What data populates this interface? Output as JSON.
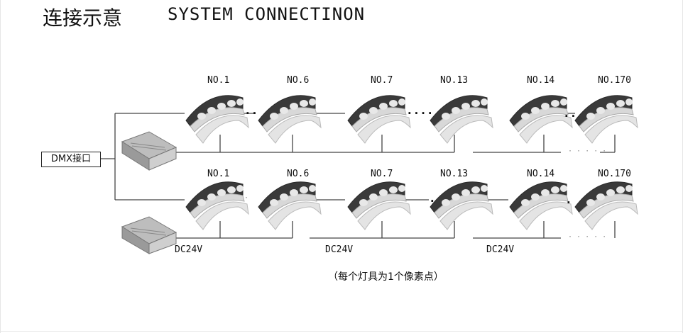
{
  "title": {
    "cn": "连接示意",
    "en": "SYSTEM CONNECTINON"
  },
  "dmx_label": "DMX接口",
  "fixture_numbers_row1": [
    "NO.1",
    "NO.6",
    "NO.7",
    "NO.13",
    "NO.14",
    "NO.170"
  ],
  "fixture_numbers_row2": [
    "NO.1",
    "NO.6",
    "NO.7",
    "NO.13",
    "NO.14",
    "NO.170"
  ],
  "psu_labels": [
    "DC24V",
    "DC24V",
    "DC24V"
  ],
  "note": "（每个灯具为1个像素点）",
  "ellipses": {
    "dots2": "··",
    "dots4": "····",
    "dots5": "· · · · ·",
    "dot1": "·"
  },
  "colors": {
    "line": "#444444",
    "fixture_body": "#d8d8d8",
    "fixture_dark": "#3a3a3a"
  }
}
